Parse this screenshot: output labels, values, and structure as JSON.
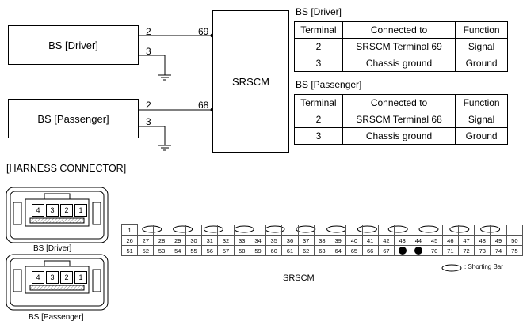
{
  "boxes": {
    "driver": "BS [Driver]",
    "passenger": "BS [Passenger]",
    "srscm": "SRSCM"
  },
  "wire_labels": {
    "driver_pin_signal": "2",
    "driver_pin_ground": "3",
    "driver_srscm_terminal": "69",
    "passenger_pin_signal": "2",
    "passenger_pin_ground": "3",
    "passenger_srscm_terminal": "68"
  },
  "tables": {
    "driver": {
      "title": "BS [Driver]",
      "headers": [
        "Terminal",
        "Connected to",
        "Function"
      ],
      "rows": [
        [
          "2",
          "SRSCM Terminal 69",
          "Signal"
        ],
        [
          "3",
          "Chassis ground",
          "Ground"
        ]
      ]
    },
    "passenger": {
      "title": "BS [Passenger]",
      "headers": [
        "Terminal",
        "Connected to",
        "Function"
      ],
      "rows": [
        [
          "2",
          "SRSCM Terminal 68",
          "Signal"
        ],
        [
          "3",
          "Chassis ground",
          "Ground"
        ]
      ]
    }
  },
  "harness": {
    "title": "[HARNESS CONNECTOR]",
    "bs_pins": [
      "4",
      "3",
      "2",
      "1"
    ],
    "driver_caption": "BS [Driver]",
    "passenger_caption": "BS [Passenger]",
    "srscm_caption": "SRSCM",
    "shorting_bar_legend": ": Shorting Bar",
    "srscm_rows": [
      [
        "1",
        "",
        "",
        "",
        "",
        "",
        "",
        "",
        "",
        "",
        "",
        "",
        "",
        "",
        "",
        "",
        "",
        "",
        "",
        "",
        "",
        "",
        "",
        "",
        ""
      ],
      [
        "26",
        "27",
        "28",
        "29",
        "30",
        "31",
        "32",
        "33",
        "34",
        "35",
        "36",
        "37",
        "38",
        "39",
        "40",
        "41",
        "42",
        "43",
        "44",
        "45",
        "46",
        "47",
        "48",
        "49",
        "50"
      ],
      [
        "51",
        "52",
        "53",
        "54",
        "55",
        "56",
        "57",
        "58",
        "59",
        "60",
        "61",
        "62",
        "63",
        "64",
        "65",
        "66",
        "67",
        "●",
        "●",
        "70",
        "71",
        "72",
        "73",
        "74",
        "75"
      ]
    ]
  },
  "colors": {
    "line": "#000000",
    "hatch": "#888888"
  }
}
